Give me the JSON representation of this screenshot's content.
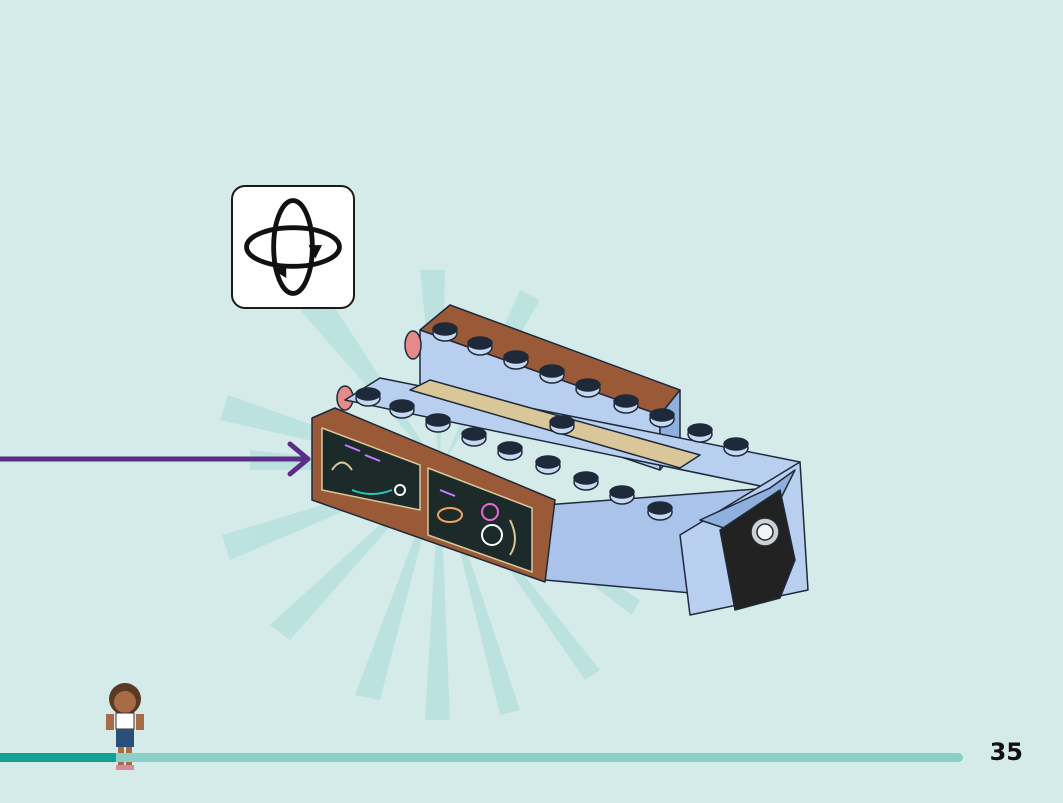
{
  "page": {
    "number": "35",
    "background_color": "#d5ebe9",
    "progress_fraction": 0.12,
    "progress_fill_color": "#14a093",
    "progress_track_color": "#8ccfc8"
  },
  "rotate_callout": {
    "icon": "rotate-model-icon"
  },
  "pointer_arrow": {
    "icon": "arrow-right-icon",
    "color": "#5a2e85"
  },
  "model": {
    "description_icon": "brick-assembly",
    "brick_color": "#b9cff0",
    "wood_color": "#9a5a38",
    "tan_color": "#d9c79a",
    "tile_color": "#1c2a2a"
  },
  "minifigure": {
    "icon": "minifigure-icon"
  }
}
